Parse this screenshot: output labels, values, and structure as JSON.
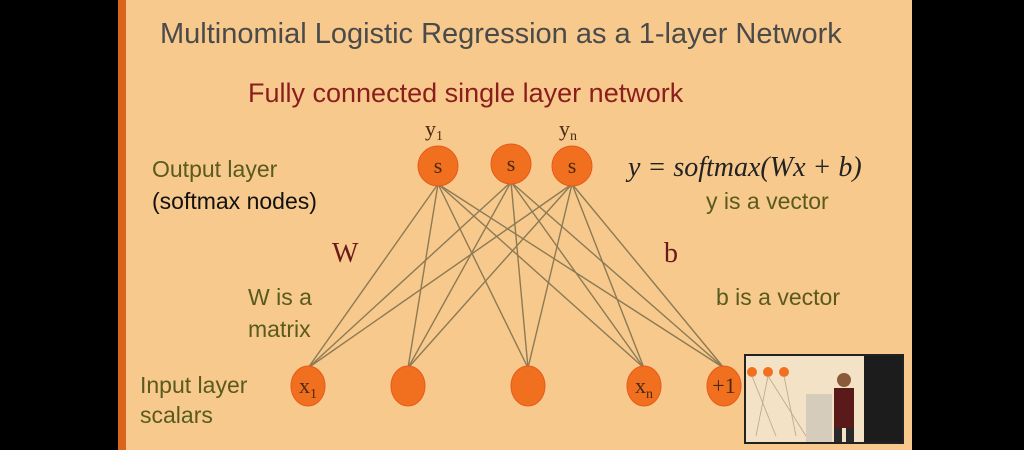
{
  "title": "Multinomial Logistic Regression as a 1-layer Network",
  "subtitle": "Fully connected single layer network",
  "output_layer": {
    "line1": "Output layer",
    "line2": "(softmax nodes)"
  },
  "input_layer": {
    "line1": "Input layer",
    "line2": "scalars"
  },
  "weights": {
    "symbol": "W",
    "desc_line1": "W is a",
    "desc_line2": "matrix"
  },
  "bias": {
    "symbol": "b",
    "desc": "b is a vector"
  },
  "formula": {
    "text": "y = softmax(Wx + b)",
    "note": "y is a vector"
  },
  "output_nodes": [
    {
      "label": "s",
      "top": "y",
      "sub": "1"
    },
    {
      "label": "s"
    },
    {
      "label": "s",
      "top": "y",
      "sub": "n"
    }
  ],
  "input_nodes": [
    {
      "label": "x",
      "sub": "1"
    },
    {
      "label": ""
    },
    {
      "label": ""
    },
    {
      "label": "x",
      "sub": "n"
    },
    {
      "label": "+1"
    }
  ],
  "colors": {
    "slide_bg": "#f7c98c",
    "node": "#f07020",
    "title": "#4a4a4a",
    "subtitle": "#8a1e1e",
    "annotation": "#5a5a1e",
    "edge": "#8c7a55"
  }
}
